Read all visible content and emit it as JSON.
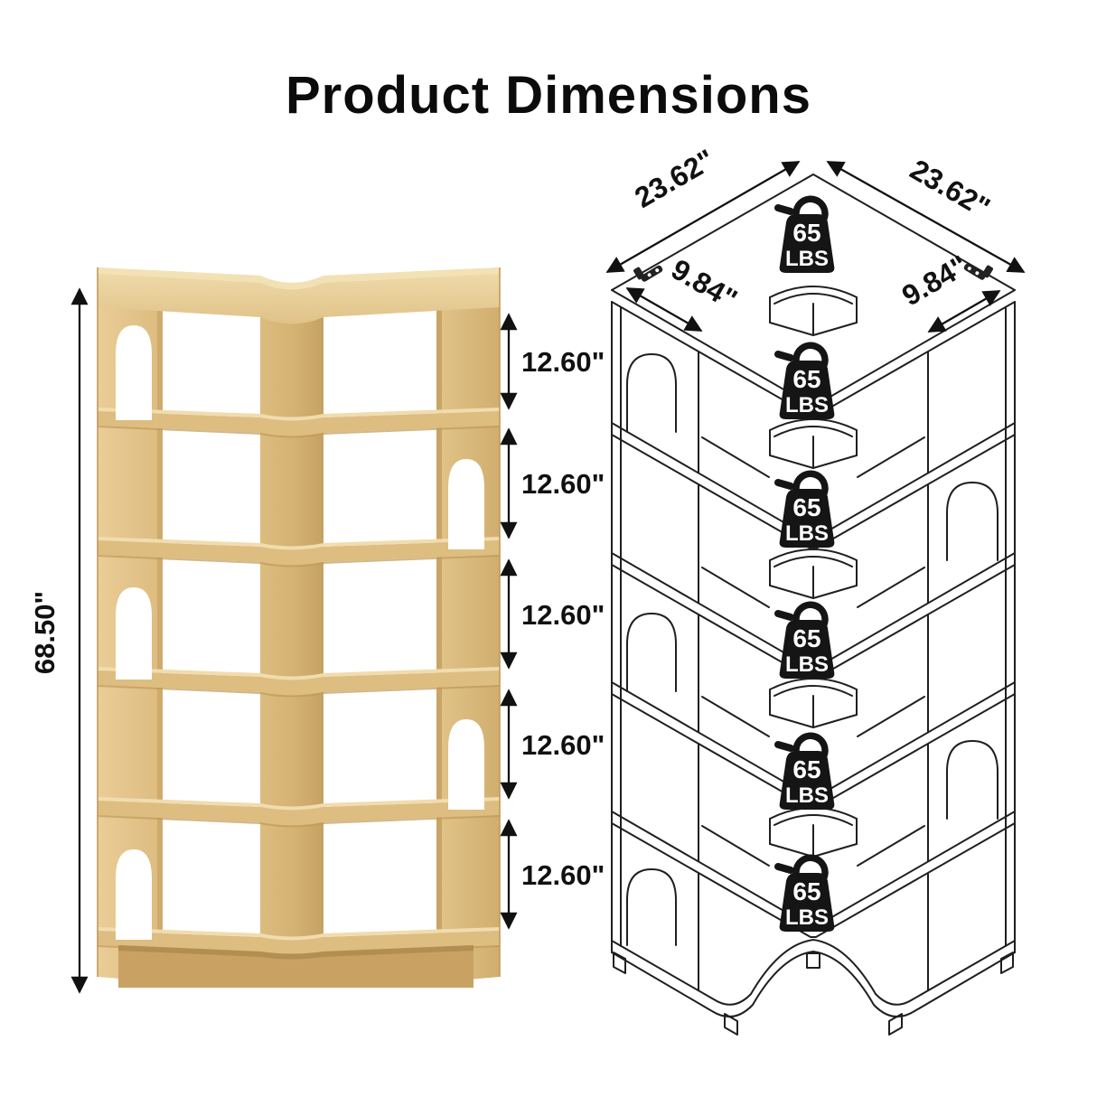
{
  "title": "Product Dimensions",
  "left_figure": {
    "height_label": "68.50\"",
    "tier_labels": [
      "12.60\"",
      "12.60\"",
      "12.60\"",
      "12.60\"",
      "12.60\""
    ]
  },
  "right_figure": {
    "width_left_label": "23.62\"",
    "width_right_label": "23.62\"",
    "depth_left_label": "9.84\"",
    "depth_right_label": "9.84\"",
    "load_badges": [
      {
        "value": "65",
        "unit": "LBS"
      },
      {
        "value": "65",
        "unit": "LBS"
      },
      {
        "value": "65",
        "unit": "LBS"
      },
      {
        "value": "65",
        "unit": "LBS"
      },
      {
        "value": "65",
        "unit": "LBS"
      },
      {
        "value": "65",
        "unit": "LBS"
      }
    ]
  },
  "colors": {
    "background": "#ffffff",
    "text": "#111111",
    "line_art": "#1f1f1f",
    "badge": "#151515",
    "wood_light": "#EAD2A0",
    "wood_mid": "#DEBF83",
    "wood_dark": "#C9A263"
  }
}
